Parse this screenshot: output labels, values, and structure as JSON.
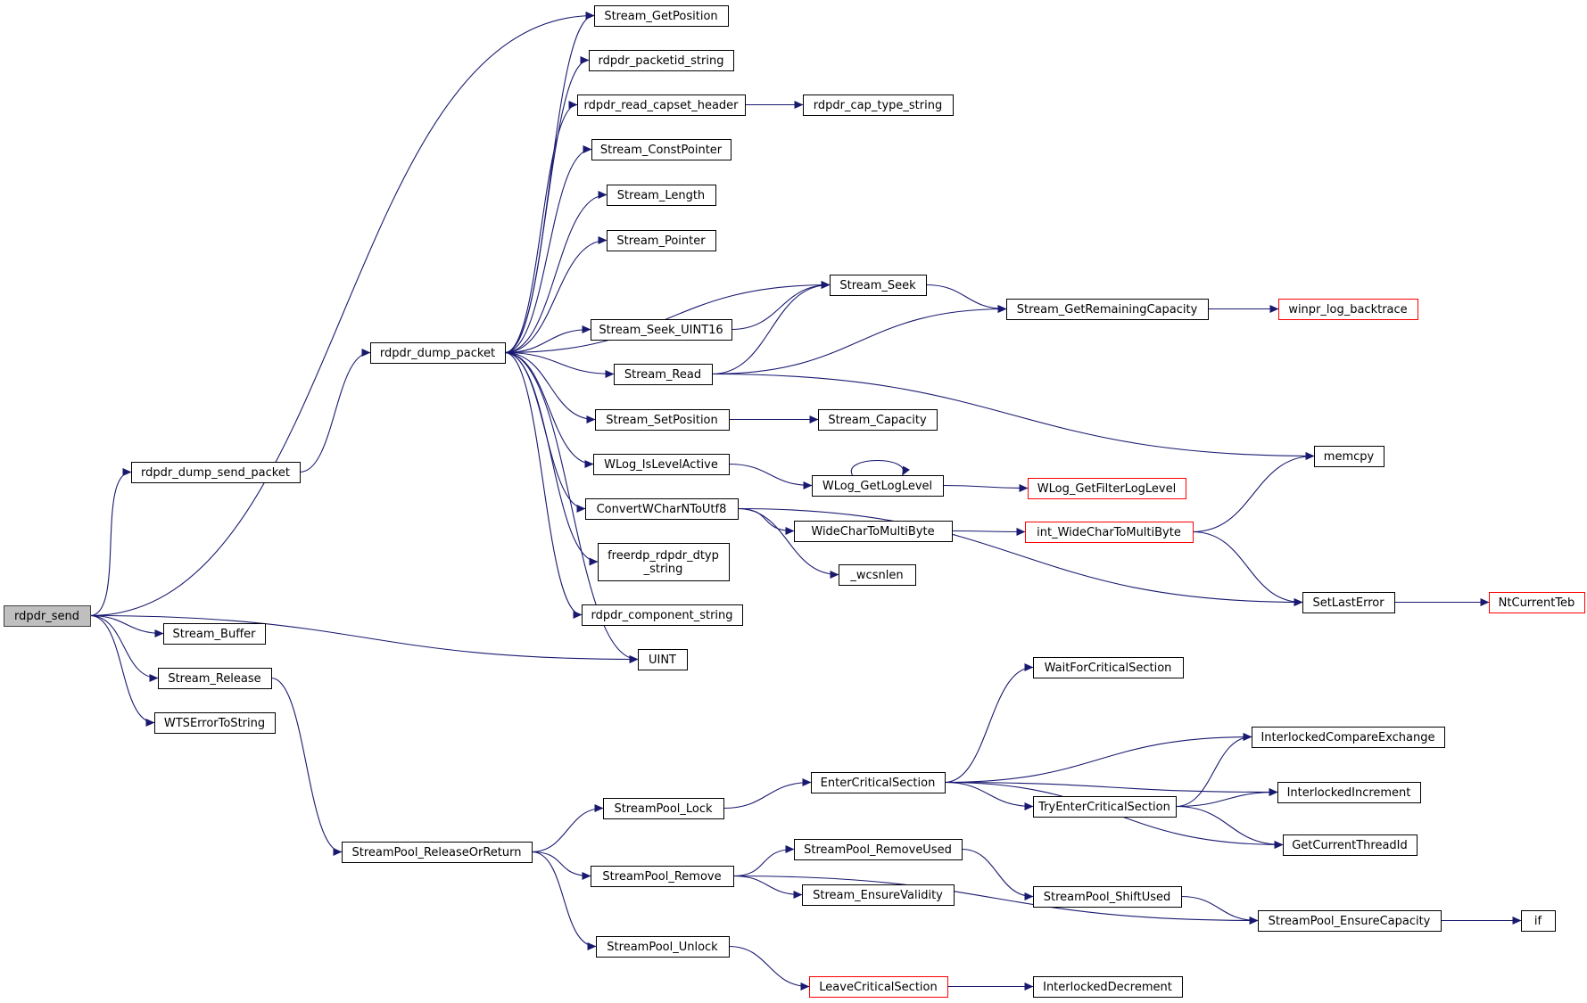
{
  "nodes": [
    {
      "id": "rdpdr_send",
      "lines": [
        "rdpdr_send"
      ],
      "kind": "root"
    },
    {
      "id": "rdpdr_dump_send_packet",
      "lines": [
        "rdpdr_dump_send_packet"
      ]
    },
    {
      "id": "Stream_Buffer",
      "lines": [
        "Stream_Buffer"
      ]
    },
    {
      "id": "Stream_Release",
      "lines": [
        "Stream_Release"
      ]
    },
    {
      "id": "WTSErrorToString",
      "lines": [
        "WTSErrorToString"
      ]
    },
    {
      "id": "rdpdr_dump_packet",
      "lines": [
        "rdpdr_dump_packet"
      ]
    },
    {
      "id": "StreamPool_ReleaseOrReturn",
      "lines": [
        "StreamPool_ReleaseOrReturn"
      ]
    },
    {
      "id": "Stream_GetPosition",
      "lines": [
        "Stream_GetPosition"
      ]
    },
    {
      "id": "rdpdr_packetid_string",
      "lines": [
        "rdpdr_packetid_string"
      ]
    },
    {
      "id": "rdpdr_read_capset_header",
      "lines": [
        "rdpdr_read_capset_header"
      ]
    },
    {
      "id": "Stream_ConstPointer",
      "lines": [
        "Stream_ConstPointer"
      ]
    },
    {
      "id": "Stream_Length",
      "lines": [
        "Stream_Length"
      ]
    },
    {
      "id": "Stream_Pointer",
      "lines": [
        "Stream_Pointer"
      ]
    },
    {
      "id": "Stream_Seek_UINT16",
      "lines": [
        "Stream_Seek_UINT16"
      ]
    },
    {
      "id": "Stream_Read",
      "lines": [
        "Stream_Read"
      ]
    },
    {
      "id": "Stream_SetPosition",
      "lines": [
        "Stream_SetPosition"
      ]
    },
    {
      "id": "WLog_IsLevelActive",
      "lines": [
        "WLog_IsLevelActive"
      ]
    },
    {
      "id": "ConvertWCharNToUtf8",
      "lines": [
        "ConvertWCharNToUtf8"
      ]
    },
    {
      "id": "freerdp_rdpdr_dtyp_string",
      "lines": [
        "freerdp_rdpdr_dtyp",
        "_string"
      ]
    },
    {
      "id": "rdpdr_component_string",
      "lines": [
        "rdpdr_component_string"
      ]
    },
    {
      "id": "UINT",
      "lines": [
        "UINT"
      ]
    },
    {
      "id": "StreamPool_Lock",
      "lines": [
        "StreamPool_Lock"
      ]
    },
    {
      "id": "StreamPool_Remove",
      "lines": [
        "StreamPool_Remove"
      ]
    },
    {
      "id": "StreamPool_Unlock",
      "lines": [
        "StreamPool_Unlock"
      ]
    },
    {
      "id": "rdpdr_cap_type_string",
      "lines": [
        "rdpdr_cap_type_string"
      ]
    },
    {
      "id": "Stream_Seek",
      "lines": [
        "Stream_Seek"
      ]
    },
    {
      "id": "Stream_Capacity",
      "lines": [
        "Stream_Capacity"
      ]
    },
    {
      "id": "WLog_GetLogLevel",
      "lines": [
        "WLog_GetLogLevel"
      ]
    },
    {
      "id": "WideCharToMultiByte",
      "lines": [
        "WideCharToMultiByte"
      ]
    },
    {
      "id": "_wcsnlen",
      "lines": [
        "_wcsnlen"
      ]
    },
    {
      "id": "EnterCriticalSection",
      "lines": [
        "EnterCriticalSection"
      ]
    },
    {
      "id": "StreamPool_RemoveUsed",
      "lines": [
        "StreamPool_RemoveUsed"
      ]
    },
    {
      "id": "Stream_EnsureValidity",
      "lines": [
        "Stream_EnsureValidity"
      ]
    },
    {
      "id": "LeaveCriticalSection",
      "lines": [
        "LeaveCriticalSection"
      ],
      "kind": "red"
    },
    {
      "id": "Stream_GetRemainingCapacity",
      "lines": [
        "Stream_GetRemainingCapacity"
      ]
    },
    {
      "id": "WLog_GetFilterLogLevel",
      "lines": [
        "WLog_GetFilterLogLevel"
      ],
      "kind": "red"
    },
    {
      "id": "int_WideCharToMultiByte",
      "lines": [
        "int_WideCharToMultiByte"
      ],
      "kind": "red"
    },
    {
      "id": "WaitForCriticalSection",
      "lines": [
        "WaitForCriticalSection"
      ]
    },
    {
      "id": "TryEnterCriticalSection",
      "lines": [
        "TryEnterCriticalSection"
      ]
    },
    {
      "id": "StreamPool_ShiftUsed",
      "lines": [
        "StreamPool_ShiftUsed"
      ]
    },
    {
      "id": "InterlockedDecrement",
      "lines": [
        "InterlockedDecrement"
      ]
    },
    {
      "id": "winpr_log_backtrace",
      "lines": [
        "winpr_log_backtrace"
      ],
      "kind": "red"
    },
    {
      "id": "memcpy",
      "lines": [
        "memcpy"
      ]
    },
    {
      "id": "SetLastError",
      "lines": [
        "SetLastError"
      ]
    },
    {
      "id": "InterlockedCompareExchange",
      "lines": [
        "InterlockedCompareExchange"
      ]
    },
    {
      "id": "InterlockedIncrement",
      "lines": [
        "InterlockedIncrement"
      ]
    },
    {
      "id": "GetCurrentThreadId",
      "lines": [
        "GetCurrentThreadId"
      ]
    },
    {
      "id": "StreamPool_EnsureCapacity",
      "lines": [
        "StreamPool_EnsureCapacity"
      ]
    },
    {
      "id": "NtCurrentTeb",
      "lines": [
        "NtCurrentTeb"
      ],
      "kind": "red"
    },
    {
      "id": "if",
      "lines": [
        "if"
      ]
    }
  ],
  "edges": [
    [
      "rdpdr_send",
      "Stream_GetPosition"
    ],
    [
      "rdpdr_send",
      "rdpdr_dump_send_packet"
    ],
    [
      "rdpdr_send",
      "Stream_Buffer"
    ],
    [
      "rdpdr_send",
      "Stream_Release"
    ],
    [
      "rdpdr_send",
      "WTSErrorToString"
    ],
    [
      "rdpdr_send",
      "UINT"
    ],
    [
      "rdpdr_dump_send_packet",
      "rdpdr_dump_packet"
    ],
    [
      "rdpdr_dump_packet",
      "Stream_GetPosition"
    ],
    [
      "rdpdr_dump_packet",
      "rdpdr_packetid_string"
    ],
    [
      "rdpdr_dump_packet",
      "rdpdr_read_capset_header"
    ],
    [
      "rdpdr_dump_packet",
      "Stream_ConstPointer"
    ],
    [
      "rdpdr_dump_packet",
      "Stream_Length"
    ],
    [
      "rdpdr_dump_packet",
      "Stream_Pointer"
    ],
    [
      "rdpdr_dump_packet",
      "Stream_Seek"
    ],
    [
      "rdpdr_dump_packet",
      "Stream_Seek_UINT16"
    ],
    [
      "rdpdr_dump_packet",
      "Stream_Read"
    ],
    [
      "rdpdr_dump_packet",
      "Stream_SetPosition"
    ],
    [
      "rdpdr_dump_packet",
      "WLog_IsLevelActive"
    ],
    [
      "rdpdr_dump_packet",
      "ConvertWCharNToUtf8"
    ],
    [
      "rdpdr_dump_packet",
      "freerdp_rdpdr_dtyp_string"
    ],
    [
      "rdpdr_dump_packet",
      "rdpdr_component_string"
    ],
    [
      "rdpdr_dump_packet",
      "UINT"
    ],
    [
      "rdpdr_read_capset_header",
      "rdpdr_cap_type_string"
    ],
    [
      "Stream_Seek_UINT16",
      "Stream_Seek"
    ],
    [
      "Stream_Read",
      "Stream_Seek"
    ],
    [
      "Stream_Read",
      "Stream_GetRemainingCapacity"
    ],
    [
      "Stream_Read",
      "memcpy"
    ],
    [
      "Stream_Seek",
      "Stream_GetRemainingCapacity"
    ],
    [
      "Stream_GetRemainingCapacity",
      "winpr_log_backtrace"
    ],
    [
      "Stream_SetPosition",
      "Stream_Capacity"
    ],
    [
      "WLog_IsLevelActive",
      "WLog_GetLogLevel"
    ],
    [
      "WLog_GetLogLevel",
      "WLog_GetLogLevel"
    ],
    [
      "WLog_GetLogLevel",
      "WLog_GetFilterLogLevel"
    ],
    [
      "ConvertWCharNToUtf8",
      "WideCharToMultiByte"
    ],
    [
      "ConvertWCharNToUtf8",
      "_wcsnlen"
    ],
    [
      "ConvertWCharNToUtf8",
      "SetLastError"
    ],
    [
      "WideCharToMultiByte",
      "int_WideCharToMultiByte"
    ],
    [
      "int_WideCharToMultiByte",
      "memcpy"
    ],
    [
      "int_WideCharToMultiByte",
      "SetLastError"
    ],
    [
      "SetLastError",
      "NtCurrentTeb"
    ],
    [
      "Stream_Release",
      "StreamPool_ReleaseOrReturn"
    ],
    [
      "StreamPool_ReleaseOrReturn",
      "StreamPool_Lock"
    ],
    [
      "StreamPool_ReleaseOrReturn",
      "StreamPool_Remove"
    ],
    [
      "StreamPool_ReleaseOrReturn",
      "StreamPool_Unlock"
    ],
    [
      "StreamPool_Lock",
      "EnterCriticalSection"
    ],
    [
      "EnterCriticalSection",
      "WaitForCriticalSection"
    ],
    [
      "EnterCriticalSection",
      "InterlockedCompareExchange"
    ],
    [
      "EnterCriticalSection",
      "InterlockedIncrement"
    ],
    [
      "EnterCriticalSection",
      "TryEnterCriticalSection"
    ],
    [
      "EnterCriticalSection",
      "GetCurrentThreadId"
    ],
    [
      "TryEnterCriticalSection",
      "InterlockedCompareExchange"
    ],
    [
      "TryEnterCriticalSection",
      "InterlockedIncrement"
    ],
    [
      "TryEnterCriticalSection",
      "GetCurrentThreadId"
    ],
    [
      "StreamPool_Remove",
      "StreamPool_RemoveUsed"
    ],
    [
      "StreamPool_Remove",
      "Stream_EnsureValidity"
    ],
    [
      "StreamPool_Remove",
      "StreamPool_EnsureCapacity"
    ],
    [
      "StreamPool_RemoveUsed",
      "StreamPool_ShiftUsed"
    ],
    [
      "StreamPool_ShiftUsed",
      "StreamPool_EnsureCapacity"
    ],
    [
      "StreamPool_EnsureCapacity",
      "if"
    ],
    [
      "StreamPool_Unlock",
      "LeaveCriticalSection"
    ],
    [
      "LeaveCriticalSection",
      "InterlockedDecrement"
    ]
  ],
  "colors": {
    "edge": "#191970",
    "node_border": "#000000",
    "node_border_red": "#ff0000",
    "root_fill": "#bfbfbf",
    "text": "#000000"
  }
}
